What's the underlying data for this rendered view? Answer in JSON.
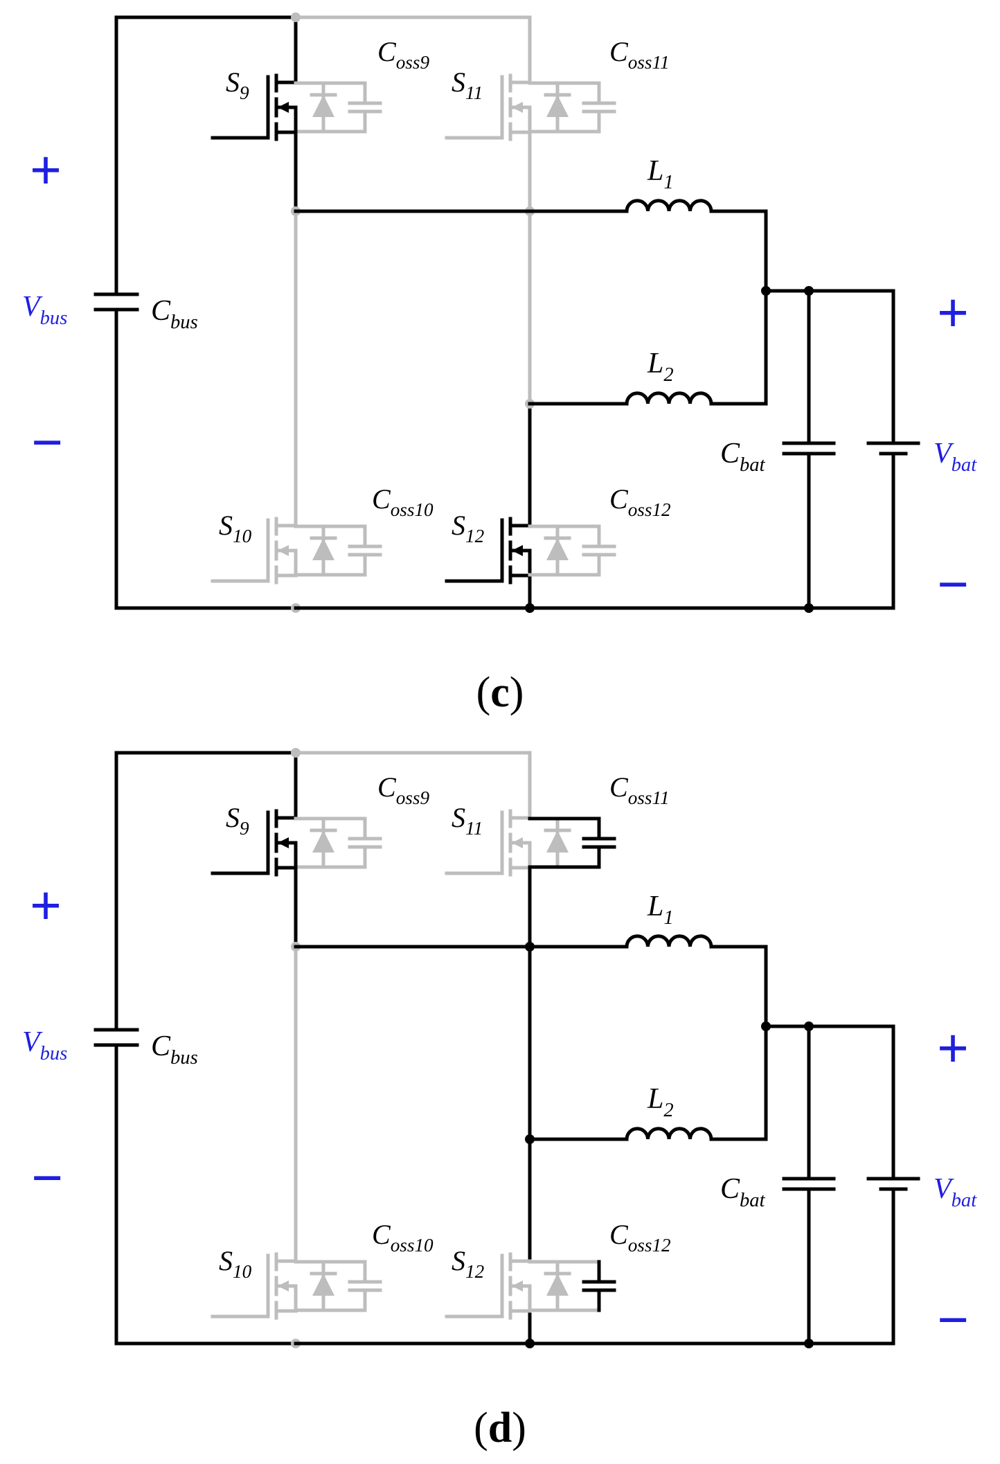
{
  "panels": [
    {
      "caption_letter": "c",
      "labels": {
        "s9": "S",
        "s9_sub": "9",
        "s10": "S",
        "s10_sub": "10",
        "s11": "S",
        "s11_sub": "11",
        "s12": "S",
        "s12_sub": "12",
        "coss9": "C",
        "coss9_sub": "oss9",
        "coss10": "C",
        "coss10_sub": "oss10",
        "coss11": "C",
        "coss11_sub": "oss11",
        "coss12": "C",
        "coss12_sub": "oss12",
        "l1": "L",
        "l1_sub": "1",
        "l2": "L",
        "l2_sub": "2",
        "cbus": "C",
        "cbus_sub": "bus",
        "vbus": "V",
        "vbus_sub": "bus",
        "cbat": "C",
        "cbat_sub": "bat",
        "vbat": "V",
        "vbat_sub": "bat",
        "plus_left": "+",
        "minus_left": "−",
        "plus_right": "+",
        "minus_right": "−"
      }
    },
    {
      "caption_letter": "d",
      "labels": {
        "s9": "S",
        "s9_sub": "9",
        "s10": "S",
        "s10_sub": "10",
        "s11": "S",
        "s11_sub": "11",
        "s12": "S",
        "s12_sub": "12",
        "coss9": "C",
        "coss9_sub": "oss9",
        "coss10": "C",
        "coss10_sub": "oss10",
        "coss11": "C",
        "coss11_sub": "oss11",
        "coss12": "C",
        "coss12_sub": "oss12",
        "l1": "L",
        "l1_sub": "1",
        "l2": "L",
        "l2_sub": "2",
        "cbus": "C",
        "cbus_sub": "bus",
        "vbus": "V",
        "vbus_sub": "bus",
        "cbat": "C",
        "cbat_sub": "bat",
        "vbat": "V",
        "vbat_sub": "bat",
        "plus_left": "+",
        "minus_left": "−",
        "plus_right": "+",
        "minus_right": "−"
      }
    }
  ],
  "colors": {
    "active_path": "#000000",
    "inactive_path": "#bdbdbd",
    "source_labels": "#1f1fe0"
  }
}
